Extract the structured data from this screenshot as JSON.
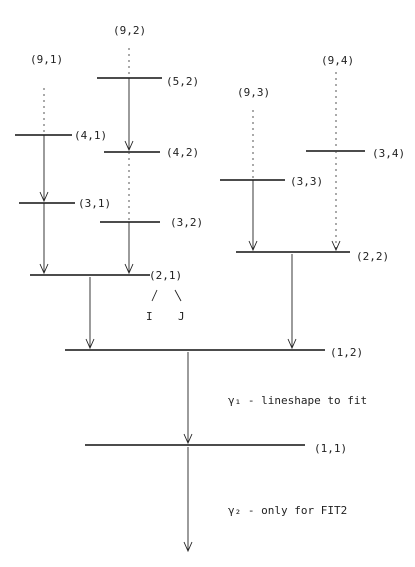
{
  "labels": {
    "l91": "(9,1)",
    "l92": "(9,2)",
    "l93": "(9,3)",
    "l94": "(9,4)",
    "l52": "(5,2)",
    "l41": "(4,1)",
    "l42": "(4,2)",
    "l34": "(3,4)",
    "l33": "(3,3)",
    "l31": "(3,1)",
    "l32": "(3,2)",
    "l22": "(2,2)",
    "l21": "(2,1)",
    "l12": "(1,2)",
    "l11": "(1,1)",
    "branch_i": "I",
    "branch_j": "J"
  },
  "notes": {
    "gamma1": "γ₁ - lineshape to fit",
    "gamma2": "γ₂ - only for FIT2"
  }
}
